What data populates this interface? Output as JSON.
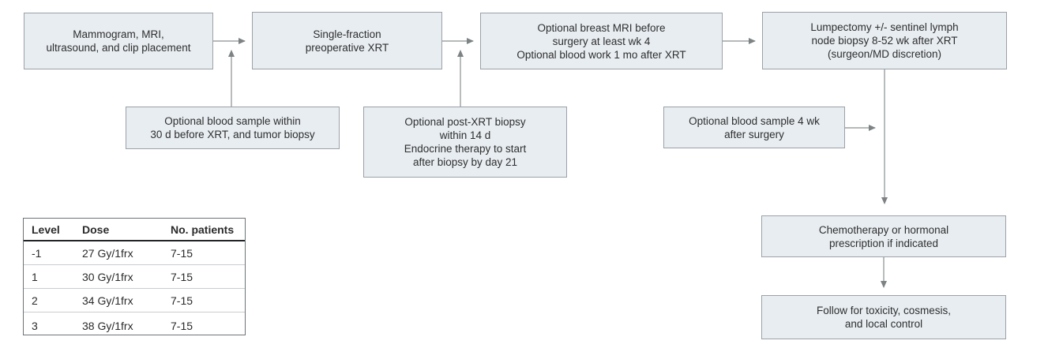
{
  "figure": {
    "type": "clinical-trial-flowchart",
    "colors": {
      "box_fill": "#e8edf1",
      "box_border": "#9aa1a7",
      "arrow": "#7d8284",
      "text": "#2e2e2e",
      "table_header_rule": "#222426",
      "table_row_rule": "#c9cdd0",
      "table_border": "#6e7376"
    }
  },
  "flow": {
    "step_imaging": "Mammogram, MRI,\nultrasound, and clip placement",
    "step_preop_xrt": "Single-fraction\npreoperative XRT",
    "step_pre_surgery_mri": "Optional breast MRI before\nsurgery at least wk 4\nOptional blood work 1 mo after XRT",
    "step_lumpectomy": "Lumpectomy +/- sentinel lymph\nnode biopsy 8-52 wk after XRT\n(surgeon/MD discretion)",
    "optional_blood_pre_xrt": "Optional blood sample within\n30 d before XRT, and tumor biopsy",
    "optional_post_xrt_biopsy": "Optional post-XRT biopsy\nwithin 14 d\nEndocrine therapy to start\nafter biopsy by day 21",
    "optional_blood_post_surgery": "Optional blood sample 4 wk\nafter surgery",
    "step_chemo_hormonal": "Chemotherapy or hormonal\nprescription if indicated",
    "step_followup": "Follow for toxicity, cosmesis,\nand local control"
  },
  "dose_table": {
    "headers": [
      "Level",
      "Dose",
      "No. patients"
    ],
    "rows": [
      [
        "-1",
        "27 Gy/1frx",
        "7-15"
      ],
      [
        "1",
        "30 Gy/1frx",
        "7-15"
      ],
      [
        "2",
        "34 Gy/1frx",
        "7-15"
      ],
      [
        "3",
        "38 Gy/1frx",
        "7-15"
      ]
    ]
  }
}
